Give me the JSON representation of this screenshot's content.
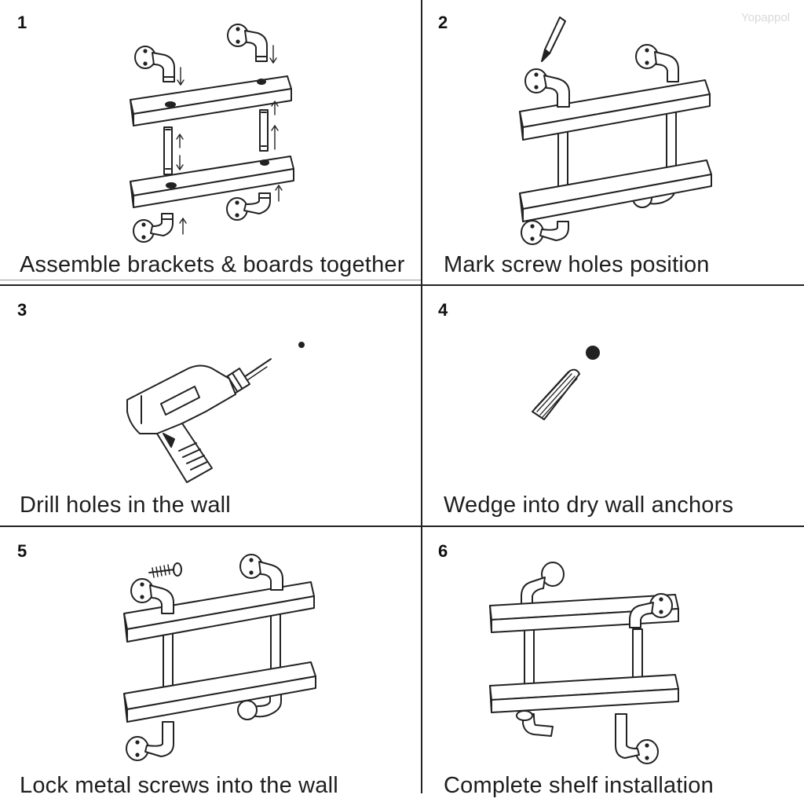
{
  "watermark": "Yopappol",
  "steps": [
    {
      "number": "1",
      "caption": "Assemble brackets & boards together"
    },
    {
      "number": "2",
      "caption": "Mark screw holes position"
    },
    {
      "number": "3",
      "caption": "Drill holes in the wall"
    },
    {
      "number": "4",
      "caption": "Wedge into dry wall anchors"
    },
    {
      "number": "5",
      "caption": "Lock metal screws into the wall"
    },
    {
      "number": "6",
      "caption": "Complete shelf installation"
    }
  ],
  "icons": {
    "step1": "exploded-shelf-assembly-icon",
    "step2": "pencil-marking-shelf-icon",
    "step3": "power-drill-icon",
    "step4": "wall-anchor-icon",
    "step5": "screw-shelf-icon",
    "step6": "finished-shelf-icon"
  },
  "colors": {
    "line": "#222222",
    "text": "#1e1e1e"
  }
}
